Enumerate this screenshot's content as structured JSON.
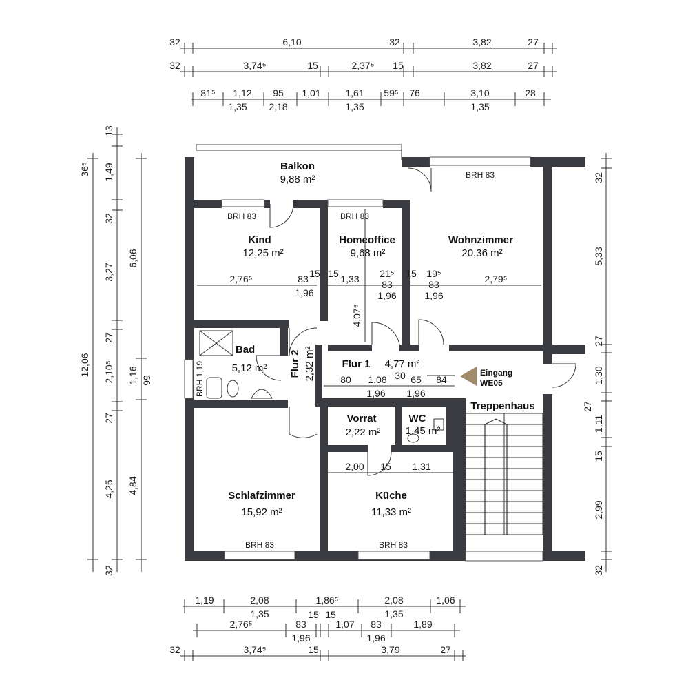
{
  "dims": {
    "top1": [
      "32",
      "6,10",
      "32",
      "3,82",
      "27"
    ],
    "top2": [
      "32",
      "3,74⁵",
      "15",
      "2,37⁵",
      "15",
      "3,82",
      "27"
    ],
    "top3a": [
      "81⁵",
      "1,12",
      "95",
      "1,01",
      "1,61",
      "59⁵",
      "76",
      "3,10",
      "28"
    ],
    "top3b": [
      "1,35",
      "2,18",
      "1,35",
      "1,35"
    ],
    "left1": [
      "36⁵",
      "12,06",
      "32"
    ],
    "left2": [
      "13",
      "1,49",
      "32",
      "3,27",
      "27",
      "2,10⁵",
      "27",
      "4,25"
    ],
    "left3": [
      "6,06",
      "1,16",
      "99",
      "4,84"
    ],
    "right": [
      "32",
      "5,33",
      "27",
      "1,30",
      "27",
      "1,11",
      "15",
      "2,99",
      "32"
    ],
    "bottom1": [
      "1,19",
      "2,08",
      "1,86⁵",
      "2,08",
      "1,06"
    ],
    "bottom1b": [
      "1,35",
      "1,35"
    ],
    "bottom2": [
      "2,76⁵",
      "83",
      "15",
      "15",
      "1,07",
      "83",
      "1,89"
    ],
    "bottom2b": [
      "1,96",
      "1,96"
    ],
    "bottom3": [
      "32",
      "3,74⁵",
      "15",
      "3,79",
      "27"
    ]
  },
  "rooms": {
    "balkon": {
      "name": "Balkon",
      "area": "9,88 m²"
    },
    "kind": {
      "name": "Kind",
      "area": "12,25 m²"
    },
    "homeoffice": {
      "name": "Homeoffice",
      "area": "9,68 m²"
    },
    "wohnzimmer": {
      "name": "Wohnzimmer",
      "area": "20,36 m²"
    },
    "bad": {
      "name": "Bad",
      "area": "5,12 m²"
    },
    "flur2": {
      "name": "Flur 2",
      "area": "2,32 m²"
    },
    "flur1": {
      "name": "Flur 1",
      "area": "4,77 m²"
    },
    "vorrat": {
      "name": "Vorrat",
      "area": "2,22 m²"
    },
    "wc": {
      "name": "WC",
      "area": "1,45 m²"
    },
    "schlafzimmer": {
      "name": "Schlafzimmer",
      "area": "15,92 m²"
    },
    "kueche": {
      "name": "Küche",
      "area": "11,33 m²"
    },
    "treppenhaus": {
      "name": "Treppenhaus"
    }
  },
  "entry": {
    "line1": "Eingang",
    "line2": "WE05",
    "color": "#a08b6a"
  },
  "brh": "BRH 83",
  "bad_brh": "BRH 1,19",
  "interior": {
    "kind_row": [
      "15",
      "2,76⁵",
      "83",
      "1,96"
    ],
    "home_row": [
      "15",
      "1,33",
      "21⁵",
      "83",
      "1,96",
      "4,07⁵"
    ],
    "wohn_row": [
      "15",
      "19⁵",
      "83",
      "1,96",
      "2,79⁵"
    ],
    "flur_row": [
      "80",
      "1,08",
      "30",
      "65",
      "84",
      "1,96",
      "1,96"
    ],
    "kueche_row": [
      "2,00",
      "15",
      "1,31"
    ]
  },
  "wall_color": "#3a3b40"
}
